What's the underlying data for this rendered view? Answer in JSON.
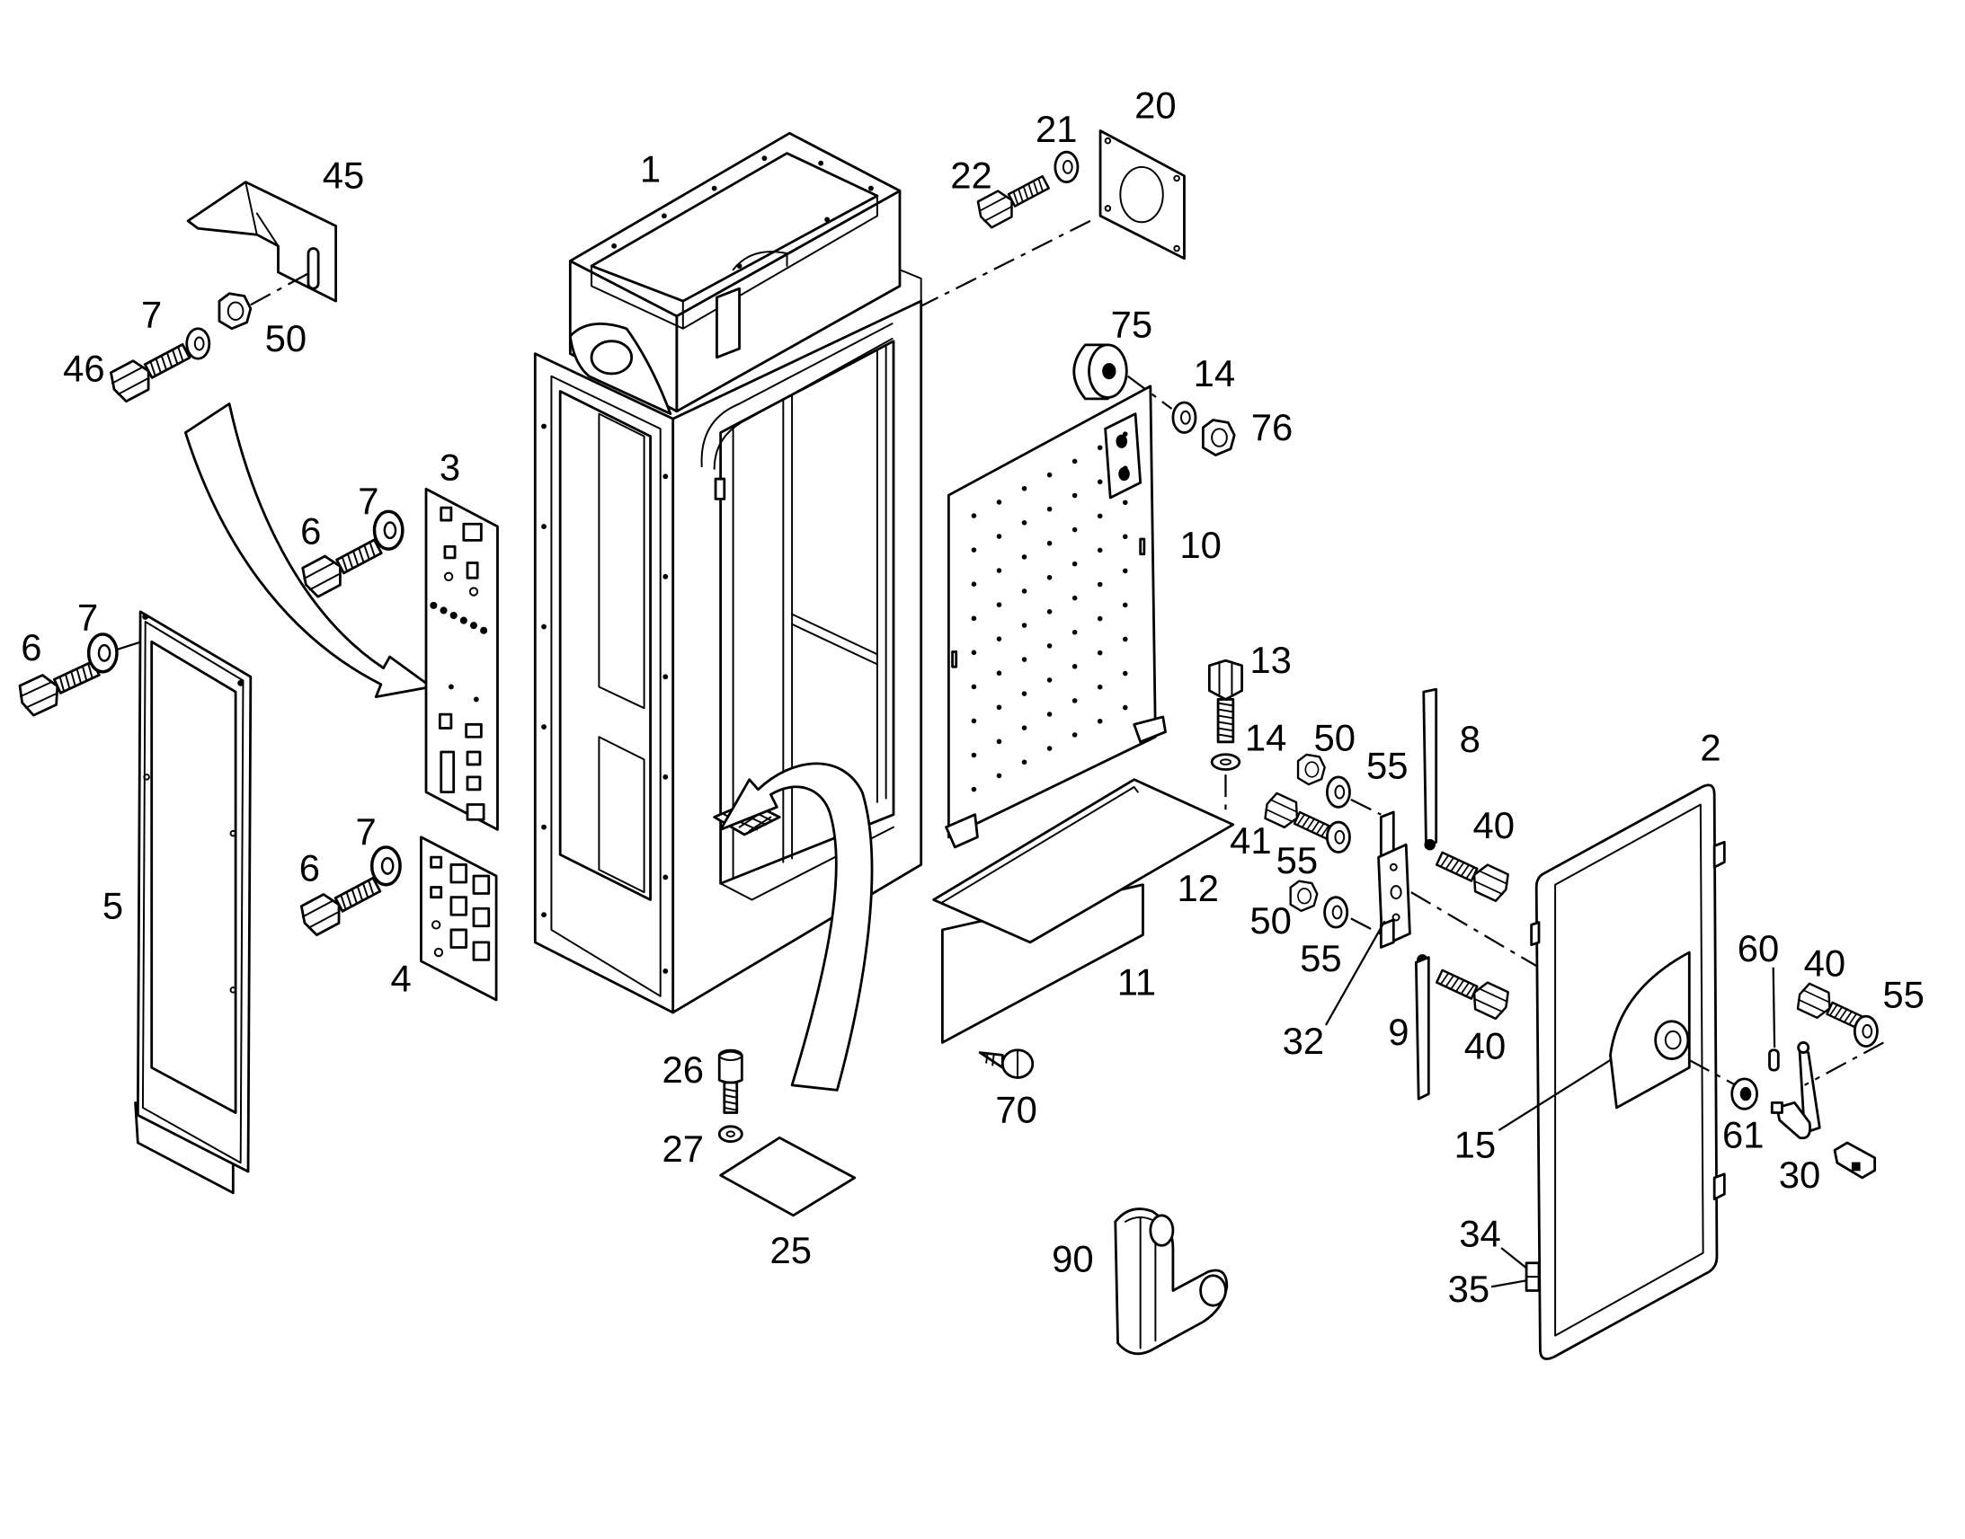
{
  "diagram": {
    "callouts": [
      "1",
      "20",
      "21",
      "22",
      "45",
      "7",
      "50",
      "46",
      "75",
      "14",
      "76",
      "3",
      "7",
      "6",
      "10",
      "7",
      "6",
      "13",
      "14",
      "50",
      "8",
      "2",
      "55",
      "40",
      "7",
      "41",
      "6",
      "55",
      "12",
      "5",
      "50",
      "55",
      "60",
      "40",
      "55",
      "4",
      "11",
      "32",
      "9",
      "40",
      "26",
      "70",
      "15",
      "61",
      "30",
      "27",
      "25",
      "90",
      "34",
      "35"
    ]
  },
  "colors": {
    "line": "#000000",
    "background": "#ffffff"
  }
}
